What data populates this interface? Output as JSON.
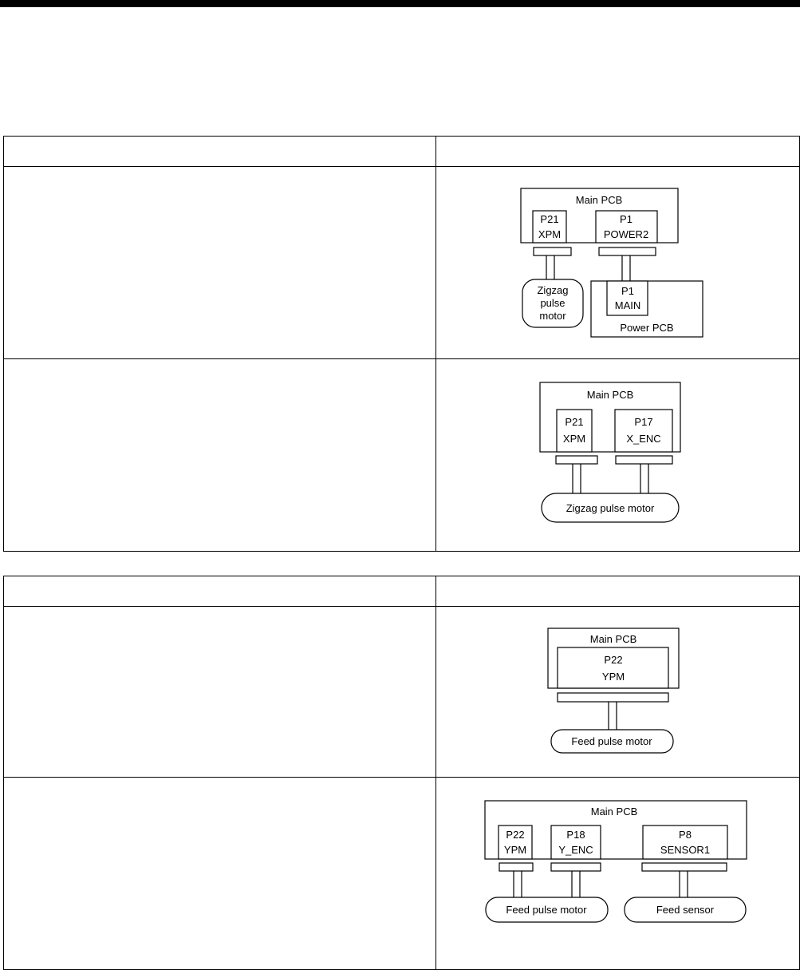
{
  "table1": {
    "headers": [
      "",
      ""
    ],
    "rows": [
      {
        "diagram": {
          "main_pcb": "Main PCB",
          "p21": [
            "P21",
            "XPM"
          ],
          "p1": [
            "P1",
            "POWER2"
          ],
          "motor": [
            "Zigzag",
            "pulse",
            "motor"
          ],
          "power_p1": [
            "P1",
            "MAIN"
          ],
          "power_pcb": "Power PCB"
        }
      },
      {
        "diagram": {
          "main_pcb": "Main PCB",
          "p21": [
            "P21",
            "XPM"
          ],
          "p17": [
            "P17",
            "X_ENC"
          ],
          "motor": "Zigzag pulse motor"
        }
      }
    ]
  },
  "table2": {
    "headers": [
      "",
      ""
    ],
    "rows": [
      {
        "diagram": {
          "main_pcb": "Main PCB",
          "p22": [
            "P22",
            "YPM"
          ],
          "motor": "Feed pulse motor"
        }
      },
      {
        "diagram": {
          "main_pcb": "Main PCB",
          "p22": [
            "P22",
            "YPM"
          ],
          "p18": [
            "P18",
            "Y_ENC"
          ],
          "p8": [
            "P8",
            "SENSOR1"
          ],
          "motor": "Feed pulse motor",
          "sensor": "Feed sensor"
        }
      }
    ]
  }
}
